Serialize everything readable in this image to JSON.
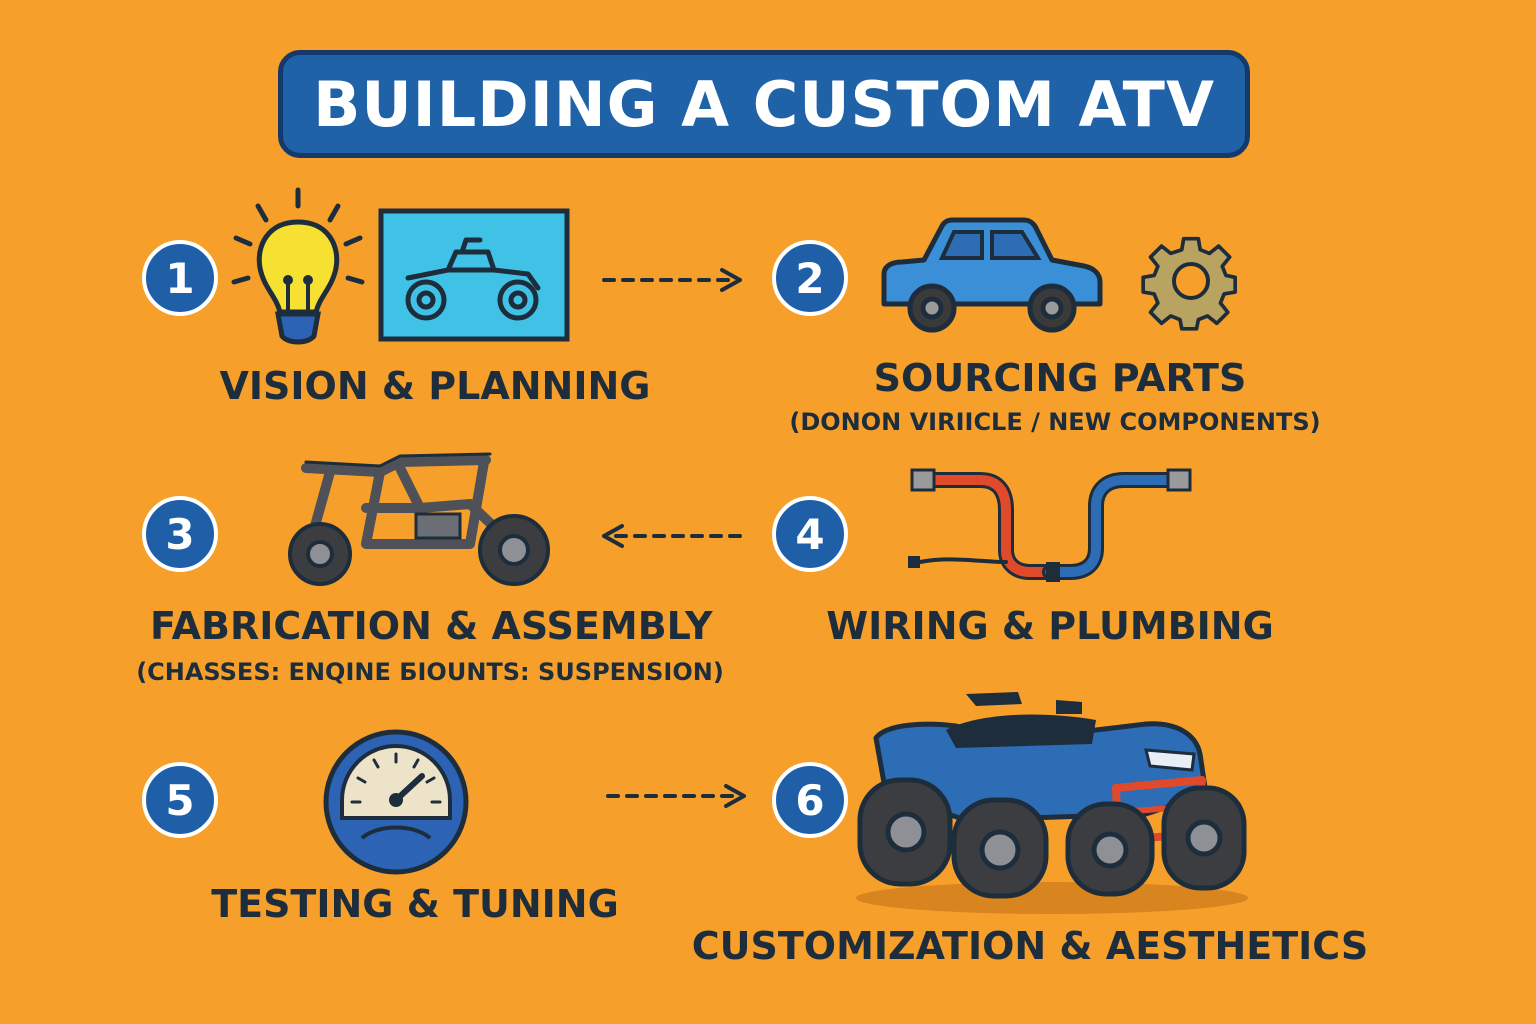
{
  "title": "BUILDING A CUSTOM ATV",
  "steps": [
    {
      "number": "1",
      "label": "VISION & PLANNING",
      "sublabel": ""
    },
    {
      "number": "2",
      "label": "SOURCING PARTS",
      "sublabel": "(DONON VIRIICLE / NEW COMPONENTS)"
    },
    {
      "number": "3",
      "label": "FABRICATION & ASSEMBLY",
      "sublabel": "(CHASSES: ENQINE БIOUNTS: SUSPENSION)"
    },
    {
      "number": "4",
      "label": "WIRING & PLUMBING",
      "sublabel": ""
    },
    {
      "number": "5",
      "label": "TESTING & TUNING",
      "sublabel": ""
    },
    {
      "number": "6",
      "label": "CUSTOMIZATION & AESTHETICS",
      "sublabel": ""
    }
  ],
  "icons": {
    "step1": [
      "lightbulb-icon",
      "atv-sketch-icon"
    ],
    "step2": [
      "car-icon",
      "gear-icon"
    ],
    "step3": [
      "atv-frame-icon"
    ],
    "step4": [
      "wiring-hose-icon"
    ],
    "step5": [
      "speedometer-icon"
    ],
    "step6": [
      "atv-icon"
    ]
  },
  "colors": {
    "background": "#F6A02B",
    "title_bg": "#1F62A8",
    "badge": "#1E5FA8",
    "text": "#1E2D3C",
    "accent_red": "#E04A2A",
    "accent_blue": "#3A8FD6"
  }
}
